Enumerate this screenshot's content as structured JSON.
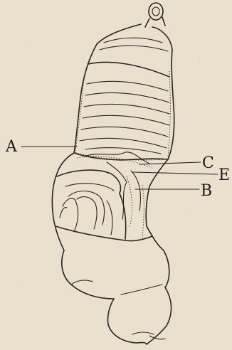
{
  "figure": {
    "labels": {
      "a": "A",
      "b": "B",
      "c": "C",
      "e": "E"
    }
  },
  "colors": {
    "paper": "#e9e0cd",
    "ink": "#2a2521"
  }
}
